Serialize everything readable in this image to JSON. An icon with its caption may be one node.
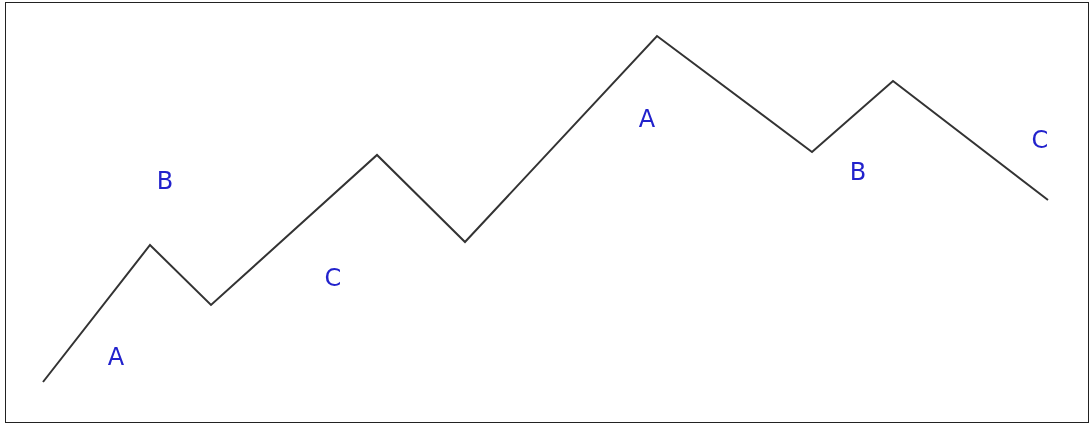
{
  "diagram": {
    "labels": [
      "A",
      "B",
      "C",
      "A",
      "B",
      "C"
    ]
  }
}
